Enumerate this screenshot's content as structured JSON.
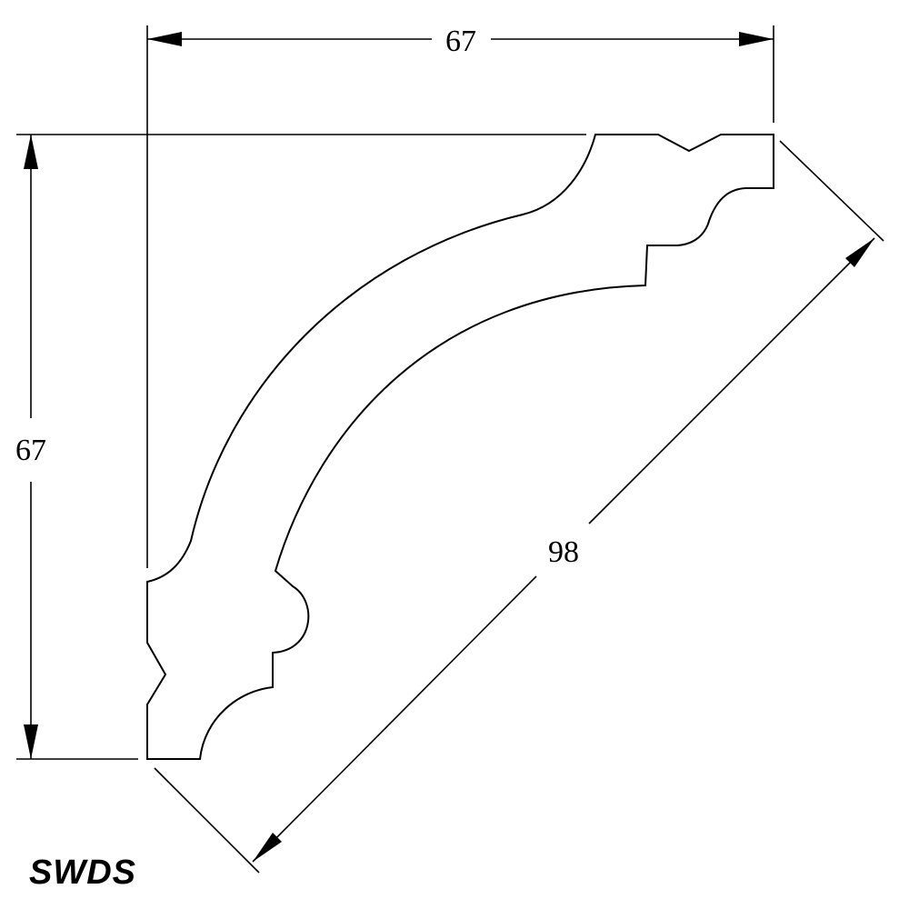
{
  "dimensions": {
    "width": "67",
    "height": "67",
    "diagonal": "98"
  },
  "logo": "SWDS"
}
